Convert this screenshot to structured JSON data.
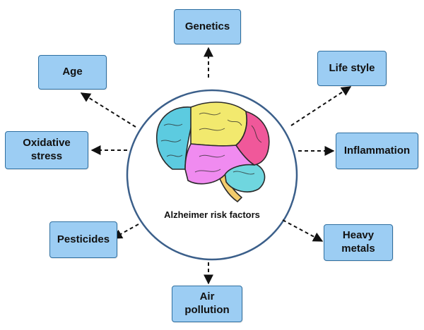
{
  "center": {
    "label": "Alzheimer risk factors"
  },
  "factors": [
    {
      "id": "genetics",
      "label": "Genetics"
    },
    {
      "id": "life-style",
      "label": "Life style"
    },
    {
      "id": "inflammation",
      "label": "Inflammation"
    },
    {
      "id": "heavy-metals",
      "label": "Heavy\nmetals"
    },
    {
      "id": "air-pollution",
      "label": "Air\npollution"
    },
    {
      "id": "pesticides",
      "label": "Pesticides"
    },
    {
      "id": "oxidative-stress",
      "label": "Oxidative\nstress"
    },
    {
      "id": "age",
      "label": "Age"
    }
  ],
  "colors": {
    "box_fill": "#9ccdf3",
    "box_border": "#2f6fa0",
    "circle_border": "#3b5f8a",
    "arrow": "#111111",
    "brain_frontal": "#5ccbe0",
    "brain_parietal": "#f2e96e",
    "brain_occipital": "#f0589a",
    "brain_temporal": "#f08bf0",
    "brain_cerebellum": "#6fd6df",
    "brain_stem": "#f3cc6c"
  },
  "icons": {
    "brain": "brain-illustration"
  }
}
